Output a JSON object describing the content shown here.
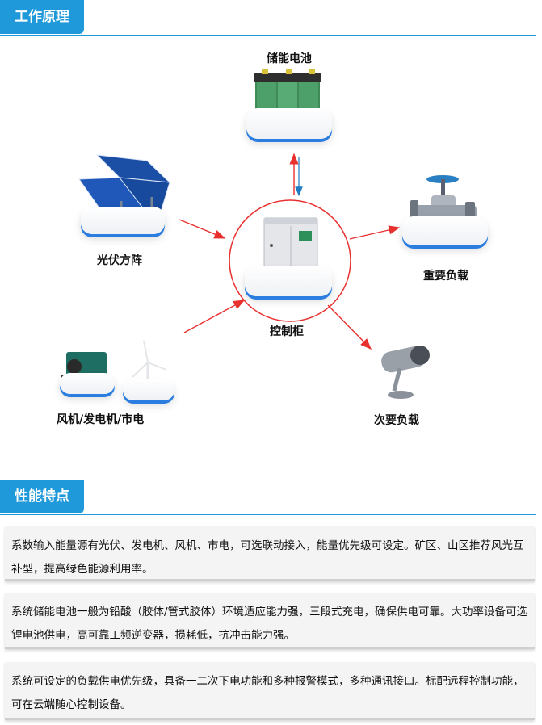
{
  "header_principle": {
    "title": "工作原理"
  },
  "diagram": {
    "nodes": {
      "battery": {
        "label": "储能电池",
        "icon": "battery-icon"
      },
      "solar": {
        "label": "光伏方阵",
        "icon": "solar-panel-icon"
      },
      "control": {
        "label": "控制柜",
        "icon": "control-cabinet-icon"
      },
      "valve": {
        "label": "重要负载",
        "icon": "valve-icon"
      },
      "wind": {
        "label": "风机/发电机/市电",
        "icon": "generator-wind-turbine-icon"
      },
      "camera": {
        "label": "次要负载",
        "icon": "camera-icon"
      }
    },
    "colors": {
      "arrow": "#e8302f",
      "return": "#1f7bc2",
      "accent": "#1f99d9",
      "platform_edge": "#2b7de0"
    }
  },
  "header_features": {
    "title": "性能特点"
  },
  "features": [
    {
      "text": "系数输入能量源有光伏、发电机、风机、市电，可选联动接入，能量优先级可设定。矿区、山区推荐风光互补型，提高绿色能源利用率。"
    },
    {
      "text": "系统储能电池一般为铅酸（胶体/管式胶体）环境适应能力强，三段式充电，确保供电可靠。大功率设备可选锂电池供电，高可靠工频逆变器，损耗低，抗冲击能力强。"
    },
    {
      "text": "系统可设定的负载供电优先级，具备一二次下电功能和多种报警模式，多种通讯接口。标配远程控制功能，可在云端随心控制设备。"
    }
  ]
}
